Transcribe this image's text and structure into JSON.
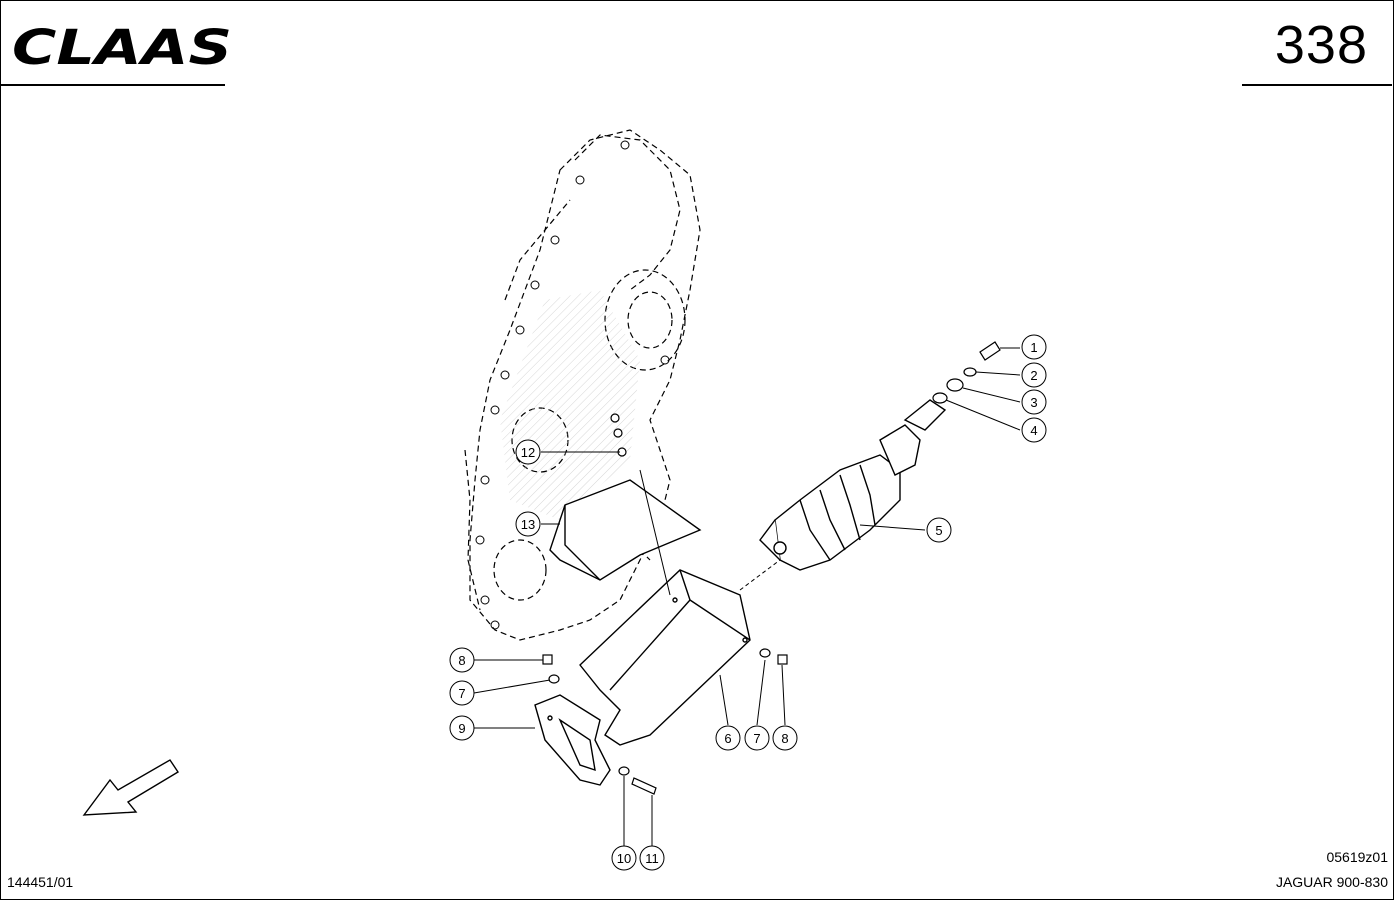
{
  "brand": {
    "name": "CLAAS"
  },
  "page_number": "338",
  "footer": {
    "doc_number": "144451/01",
    "figure_code": "05619z01",
    "model": "JAGUAR 900-830"
  },
  "callouts": [
    {
      "id": "c1",
      "label": "1"
    },
    {
      "id": "c2",
      "label": "2"
    },
    {
      "id": "c3",
      "label": "3"
    },
    {
      "id": "c4",
      "label": "4"
    },
    {
      "id": "c5",
      "label": "5"
    },
    {
      "id": "c6",
      "label": "6"
    },
    {
      "id": "c7a",
      "label": "7"
    },
    {
      "id": "c8a",
      "label": "8"
    },
    {
      "id": "c7b",
      "label": "7"
    },
    {
      "id": "c8b",
      "label": "8"
    },
    {
      "id": "c9",
      "label": "9"
    },
    {
      "id": "c10",
      "label": "10"
    },
    {
      "id": "c11",
      "label": "11"
    },
    {
      "id": "c12",
      "label": "12"
    },
    {
      "id": "c13",
      "label": "13"
    }
  ]
}
